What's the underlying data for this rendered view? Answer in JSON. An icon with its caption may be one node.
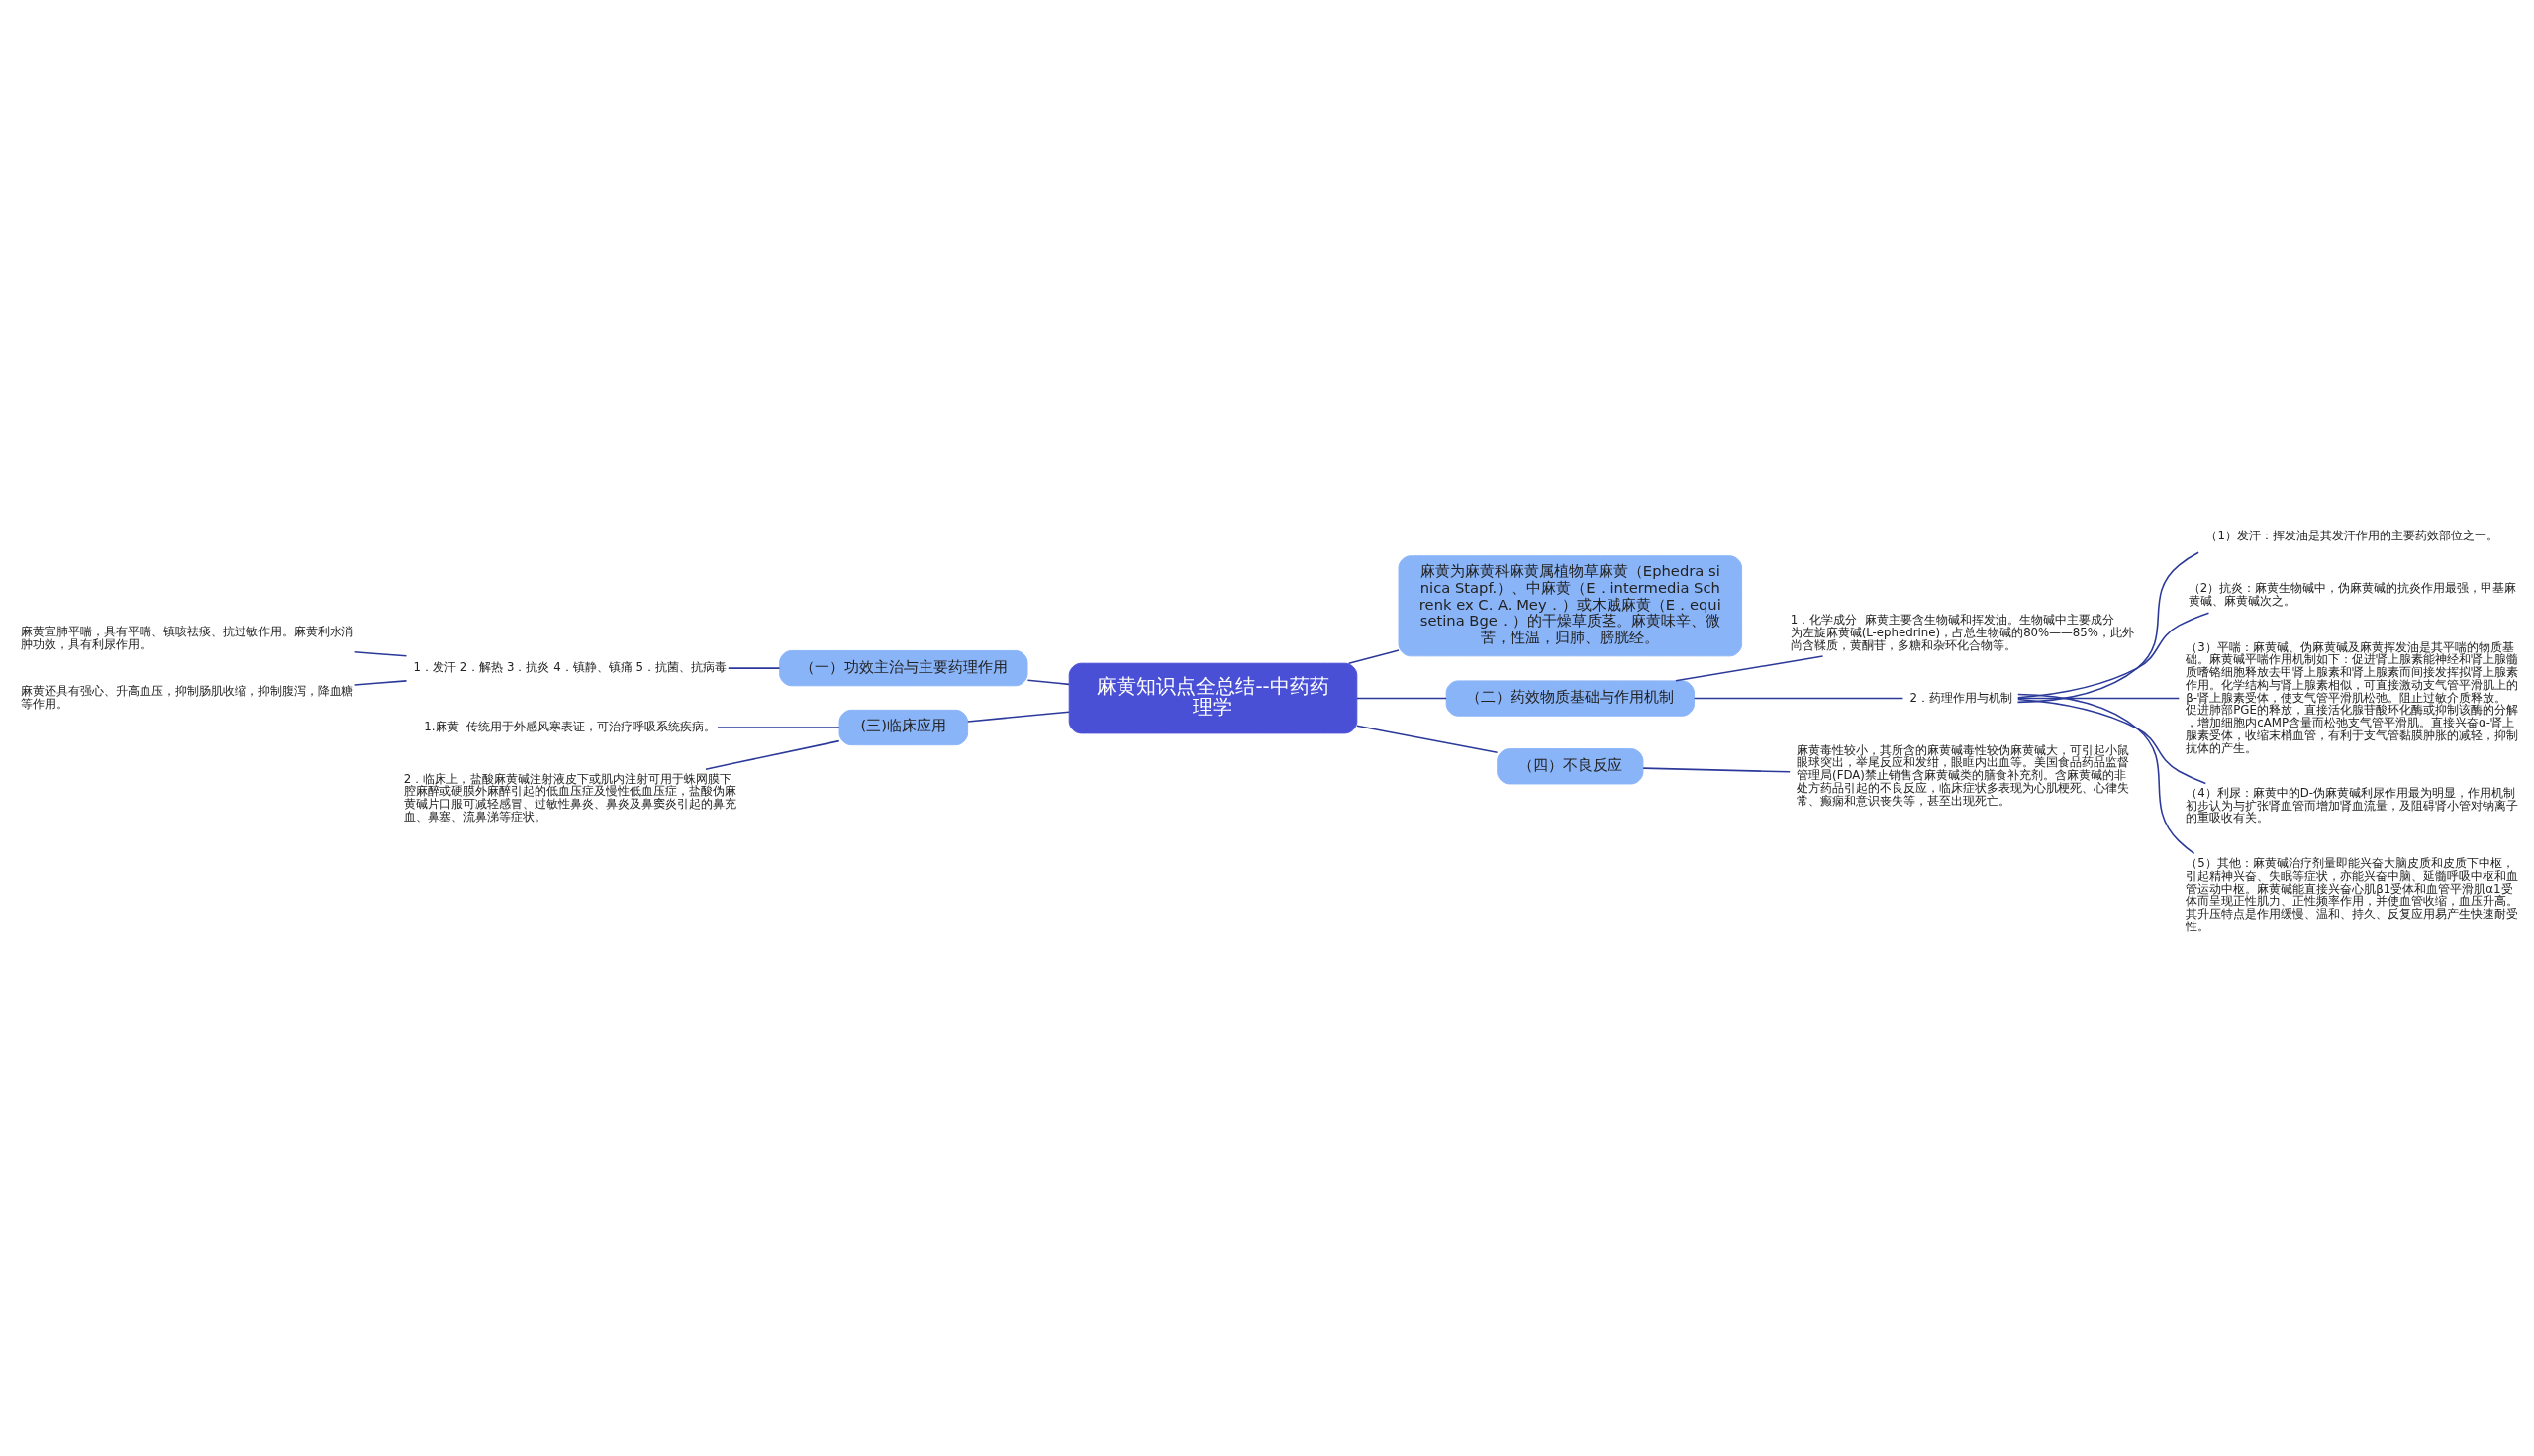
{
  "diagram": {
    "nodes": [
      {
        "text": [
          "麻黄知识点全总结--中药药理学"
        ]
      },
      {
        "text": [
          "麻黄为麻黄科麻黄属植物草麻黄（Ephedra sinica Stapf.）、中麻黄（E．intermedia Schrenk ex C. A. Mey．）或木贼麻黄（E．equisetina Bge．）的干燥草质茎。麻黄味辛、微苦，性温，归肺、膀胱经。"
        ]
      },
      {
        "text": [
          "（二）药效物质基础与作用机制"
        ]
      },
      {
        "text": [
          "1．化学成分  麻黄主要含生物碱和挥发油。生物碱中主要成分为左旋麻黄碱(L-ephedrine)，占总生物碱的80%——85%，此外尚含鞣质，黄酮苷，多糖和杂环化合物等。"
        ]
      },
      {
        "text": [
          "2．药理作用与机制"
        ]
      },
      {
        "text": [
          "（1）发汗：挥发油是其发汗作用的主要药效部位之一。"
        ]
      },
      {
        "text": [
          "（2）抗炎：麻黄生物碱中，伪麻黄碱的抗炎作用最强，甲基麻黄碱、麻黄碱次之。"
        ]
      },
      {
        "text": [
          "（3）平喘：麻黄碱、伪麻黄碱及麻黄挥发油是其平喘的物质基础。麻黄碱平喘作用机制如下：促进肾上腺素能神经和肾上腺髓质嗜铬细胞释放去甲肾上腺素和肾上腺素而间接发挥拟肾上腺素作用。化学结构与肾上腺素相似，可直接激动支气管平滑肌上的β-肾上腺素受体，使支气管平滑肌松弛。阻止过敏介质释放。促进肺部PGE的释放，直接活化腺苷酸环化酶或抑制该酶的分解，增加细胞内cAMP含量而松弛支气管平滑肌。直接兴奋α-肾上腺素受体，收缩末梢血管，有利于支气管黏膜肿胀的减轻，抑制抗体的产生。"
        ]
      },
      {
        "text": [
          "（4）利尿：麻黄中的D-伪麻黄碱利尿作用最为明显，作用机制初步认为与扩张肾血管而增加肾血流量，及阻碍肾小管对钠离子的重吸收有关。"
        ]
      },
      {
        "text": [
          "（5）其他：麻黄碱治疗剂量即能兴奋大脑皮质和皮质下中枢，引起精神兴奋、失眠等症状，亦能兴奋中脑、延髓呼吸中枢和血管运动中枢。麻黄碱能直接兴奋心肌β1受体和血管平滑肌α1受体而呈现正性肌力、正性频率作用，并使血管收缩，血压升高。其升压特点是作用缓慢、温和、持久、反复应用易产生快速耐受性。"
        ]
      },
      {
        "text": [
          "（一）功效主治与主要药理作用"
        ]
      },
      {
        "text": [
          "1．发汗 2．解热 3．抗炎 4．镇静、镇痛 5．抗菌、抗病毒"
        ]
      },
      {
        "text": [
          "麻黄宣肺平喘，具有平喘、镇咳祛痰、抗过敏作用。麻黄利水消肿功效，具有利尿作用。"
        ]
      },
      {
        "text": [
          "麻黄还具有强心、升高血压，抑制肠肌收缩，抑制腹泻，降血糖等作用。"
        ]
      },
      {
        "text": [
          "(三)临床应用"
        ]
      },
      {
        "text": [
          "1.麻黄  传统用于外感风寒表证，可治疗呼吸系统疾病。"
        ]
      },
      {
        "text": [
          "2．临床上，盐酸麻黄碱注射液皮下或肌内注射可用于蛛网膜下腔麻醉或硬膜外麻醉引起的低血压症及慢性低血压症，盐酸伪麻黄碱片口服可减轻感冒、过敏性鼻炎、鼻炎及鼻窦炎引起的鼻充血、鼻塞、流鼻涕等症状。"
        ]
      },
      {
        "text": [
          "（四）不良反应"
        ]
      },
      {
        "text": [
          "麻黄毒性较小，其所含的麻黄碱毒性较伪麻黄碱大，可引起小鼠眼球突出，举尾反应和发绀，眼眶内出血等。美国食品药品监督管理局(FDA)禁止销售含麻黄碱类的膳食补充剂。含麻黄碱的非处方药品引起的不良反应，临床症状多表现为心肌梗死、心律失常、癫痫和意识丧失等，甚至出现死亡。"
        ]
      }
    ],
    "edges": [
      {
        "from": 0,
        "to": 1,
        "arrow": "none"
      },
      {
        "from": 0,
        "to": 2,
        "arrow": "none"
      },
      {
        "from": 2,
        "to": 3,
        "arrow": "none"
      },
      {
        "from": 2,
        "to": 4,
        "arrow": "none"
      },
      {
        "from": 4,
        "to": 5,
        "arrow": "none"
      },
      {
        "from": 4,
        "to": 6,
        "arrow": "none"
      },
      {
        "from": 4,
        "to": 7,
        "arrow": "none"
      },
      {
        "from": 4,
        "to": 8,
        "arrow": "none"
      },
      {
        "from": 4,
        "to": 9,
        "arrow": "none"
      },
      {
        "from": 0,
        "to": 10,
        "arrow": "none"
      },
      {
        "from": 10,
        "to": 11,
        "arrow": "none"
      },
      {
        "from": 11,
        "to": 12,
        "arrow": "none"
      },
      {
        "from": 11,
        "to": 13,
        "arrow": "none"
      },
      {
        "from": 0,
        "to": 14,
        "arrow": "none"
      },
      {
        "from": 14,
        "to": 15,
        "arrow": "none"
      },
      {
        "from": 14,
        "to": 16,
        "arrow": "none"
      },
      {
        "from": 0,
        "to": 17,
        "arrow": "none"
      },
      {
        "from": 17,
        "to": 18,
        "arrow": "none"
      }
    ]
  }
}
